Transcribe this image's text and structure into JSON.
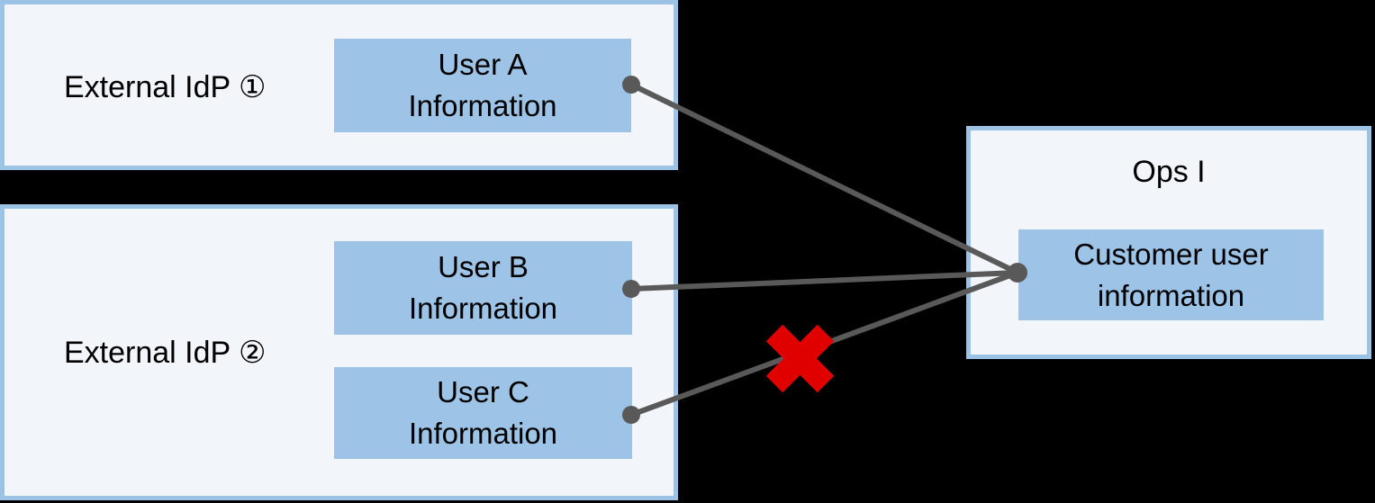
{
  "canvas": {
    "background": "#000000"
  },
  "colors": {
    "background": "#000000",
    "group_border": "#9cc2e5",
    "group_fill": "#f2f5fa",
    "node_fill": "#9dc3e6",
    "connector": "#595959",
    "x_mark": "#e00000",
    "text": "#000000"
  },
  "groups": {
    "idp1": {
      "label": "External IdP ①"
    },
    "idp2": {
      "label": "External IdP ②"
    },
    "ops": {
      "label": "Ops I"
    }
  },
  "nodes": {
    "user_a": {
      "line1": "User A",
      "line2": "Information"
    },
    "user_b": {
      "line1": "User B",
      "line2": "Information"
    },
    "user_c": {
      "line1": "User C",
      "line2": "Information"
    },
    "customer": {
      "line1": "Customer user",
      "line2": "information"
    }
  },
  "connectors": {
    "user_a_to_customer": "linked",
    "user_b_to_customer": "linked",
    "user_c_to_customer": "blocked"
  }
}
